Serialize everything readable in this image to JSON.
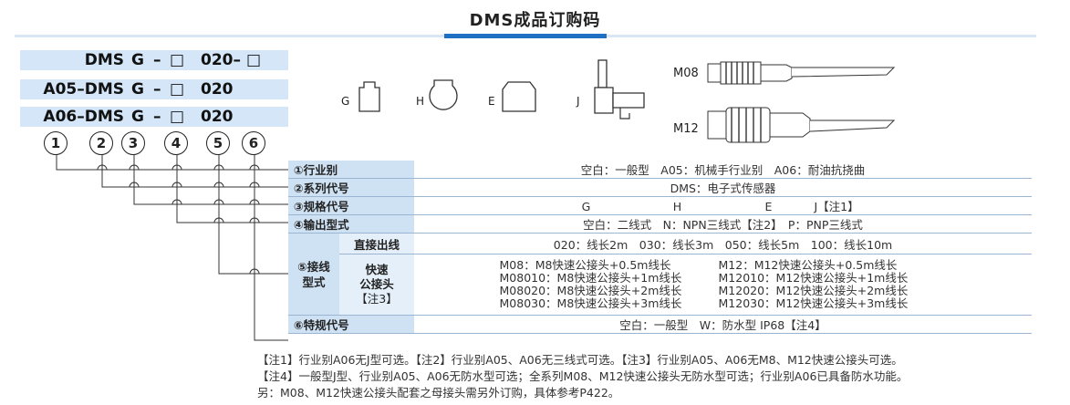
{
  "title": "DMS成品订购码",
  "codes": [
    {
      "prefix": "DMS",
      "g": "G",
      "dash": "–",
      "box": "□",
      "num": "020–",
      "box2": "□"
    },
    {
      "prefix": "A05–DMS",
      "g": "G",
      "dash": "–",
      "box": "□",
      "num": "020",
      "box2": ""
    },
    {
      "prefix": "A06–DMS",
      "g": "G",
      "dash": "–",
      "box": "□",
      "num": "020",
      "box2": ""
    }
  ],
  "circles": [
    "1",
    "2",
    "3",
    "4",
    "5",
    "6"
  ],
  "icon_labels": [
    "G",
    "H",
    "E",
    "J"
  ],
  "cable_labels": [
    "M08",
    "M12"
  ],
  "rows": {
    "r1": {
      "name": "①行业别",
      "value": "空白：一般型　A05：机械手行业别　A06：耐油抗挠曲"
    },
    "r2": {
      "name": "②系列代号",
      "value": "DMS：电子式传感器"
    },
    "r3": {
      "name": "③规格代号",
      "values": [
        "G",
        "H",
        "E",
        "J【注1】"
      ]
    },
    "r4": {
      "name": "④输出型式",
      "value": "空白：二线式　N：NPN三线式【注2】　P：PNP三线式"
    },
    "r5": {
      "name_a": "⑤接线",
      "name_b": "型式",
      "sub1": "直接出线",
      "sub1_value": "020：线长2m　030：线长3m　050：线长5m　100：线长10m",
      "sub2_a": "快速",
      "sub2_b": "公接头",
      "sub2_c": "【注3】",
      "left": [
        "M08：M8快速公接头+0.5m线长",
        "M08010：M8快速公接头+1m线长",
        "M08020：M8快速公接头+2m线长",
        "M08030：M8快速公接头+3m线长"
      ],
      "right": [
        "M12：M12快速公接头+0.5m线长",
        "M12010：M12快速公接头+1m线长",
        "M12020：M12快速公接头+2m线长",
        "M12030：M12快速公接头+3m线长"
      ]
    },
    "r6": {
      "name": "⑥特规代号",
      "value": "空白：一般型　W：防水型 IP68【注4】"
    }
  },
  "notes": [
    "【注1】行业别A06无J型可选。【注2】行业别A05、A06无三线式可选。【注3】行业别A05、A06无M8、M12快速公接头可选。",
    "【注4】一般型J型、行业别A05、A06无防水型可选；全系列M08、M12快速公接头无防水型可选；行业别A06已具备防水功能。",
    "另：M08、M12快速公接头配套之母接头需另外订购，具体参考P422。"
  ]
}
